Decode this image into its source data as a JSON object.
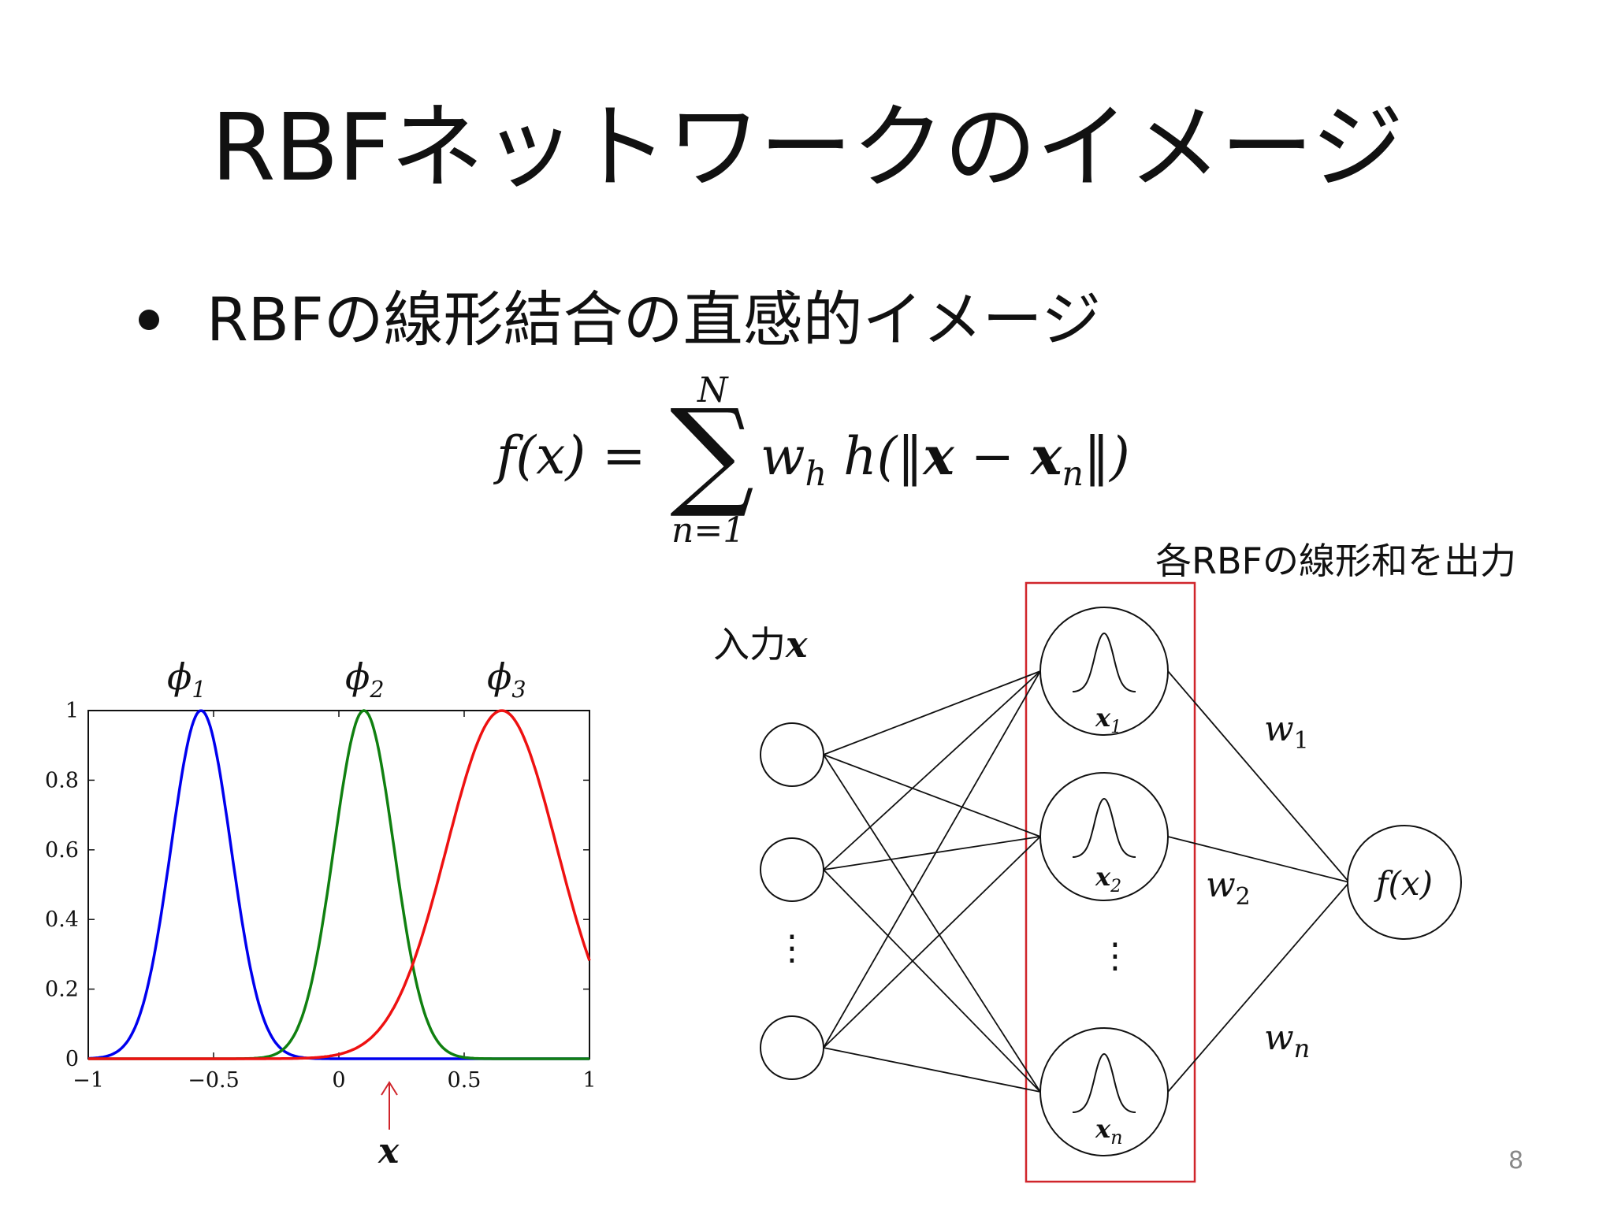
{
  "slide": {
    "title": "RBFネットワークのイメージ",
    "bullet": "RBFの線形結合の直感的イメージ",
    "page_number": "8"
  },
  "formula": {
    "lhs": "f(x) =",
    "upper_limit": "N",
    "lower_limit": "n=1",
    "weight": "w",
    "weight_sub": "h",
    "func_prefix": "h(‖",
    "x_bold": "x",
    "minus": " − ",
    "xn_bold": "x",
    "xn_sub": "n",
    "func_suffix": "‖)"
  },
  "network": {
    "caption": "各RBFの線形和を出力",
    "input_label_text": "入力",
    "input_label_var": "x",
    "input_ellipsis": "⋮",
    "hidden_ellipsis": "⋮",
    "hidden_nodes": [
      {
        "label": "x",
        "sub": "1"
      },
      {
        "label": "x",
        "sub": "2"
      },
      {
        "label": "x",
        "sub": "n"
      }
    ],
    "weights": [
      {
        "label": "w",
        "sub": "1"
      },
      {
        "label": "w",
        "sub": "2"
      },
      {
        "label": "w",
        "sub": "n"
      }
    ],
    "output_label": "f(x)",
    "highlight_color": "#d0252b"
  },
  "chart_data": {
    "type": "line",
    "series": [
      {
        "name": "φ1",
        "color": "#0000ee",
        "center": -0.55,
        "width": 0.12
      },
      {
        "name": "φ2",
        "color": "#108010",
        "center": 0.1,
        "width": 0.12
      },
      {
        "name": "φ3",
        "color": "#ee1111",
        "center": 0.65,
        "width": 0.22
      }
    ],
    "series_labels": [
      {
        "base": "ϕ",
        "sub": "1"
      },
      {
        "base": "ϕ",
        "sub": "2"
      },
      {
        "base": "ϕ",
        "sub": "3"
      }
    ],
    "formula": "exp(-((x - center)/width)^2 / 2)",
    "xlim": [
      -1,
      1
    ],
    "ylim": [
      0,
      1
    ],
    "x_ticks": [
      "−1",
      "−0.5",
      "0",
      "0.5",
      "1"
    ],
    "y_ticks": [
      "0",
      "0.2",
      "0.4",
      "0.6",
      "0.8",
      "1"
    ],
    "grid": false,
    "marker": {
      "x": 0.2,
      "label": "x",
      "color": "#d0252b"
    }
  }
}
